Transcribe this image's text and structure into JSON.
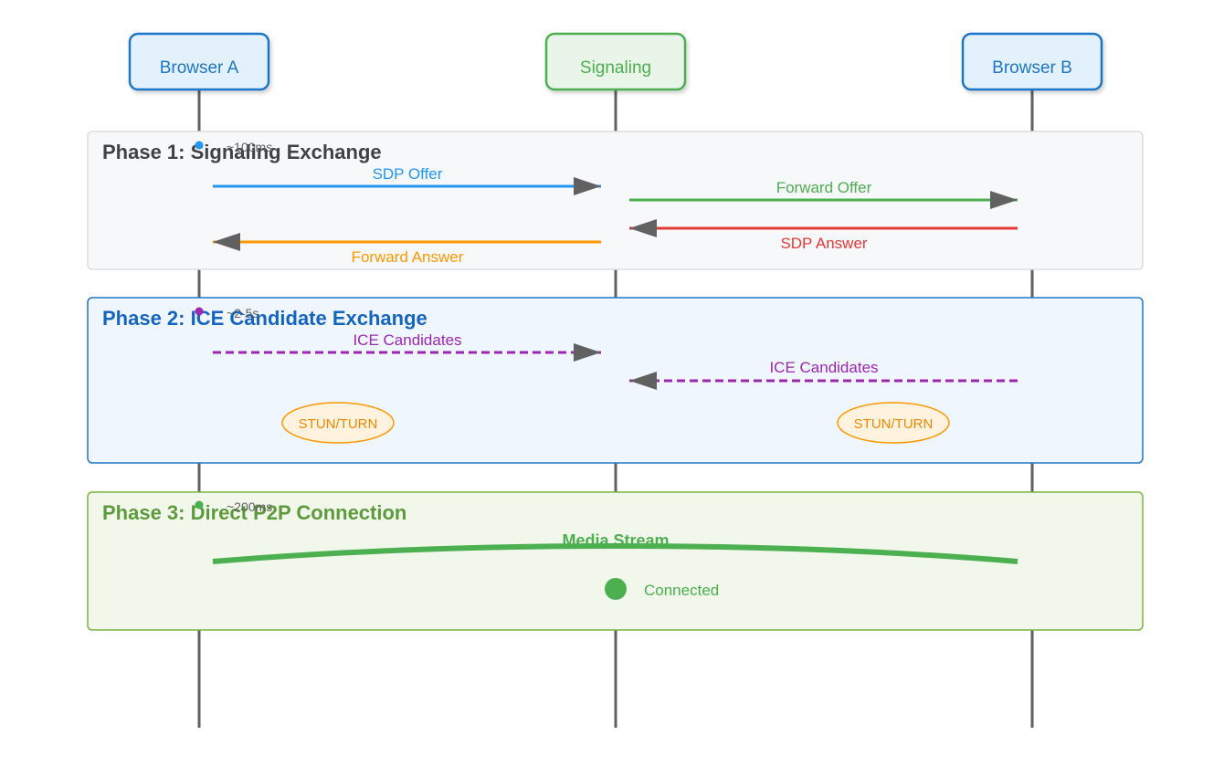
{
  "participants": {
    "a": {
      "label": "Browser A",
      "color": "#1e76c8",
      "fill": "#e3f1fc"
    },
    "s": {
      "label": "Signaling",
      "color": "#4caf50",
      "fill": "#e9f5e9"
    },
    "b": {
      "label": "Browser B",
      "color": "#1e76c8",
      "fill": "#e3f1fc"
    }
  },
  "phase1": {
    "title": "Phase 1: Signaling Exchange",
    "timing": "~100ms",
    "timing_dot_color": "#2196f3",
    "title_color": "#424242",
    "messages": {
      "sdp_offer": {
        "label": "SDP Offer",
        "color": "#2196f3"
      },
      "forward_offer": {
        "label": "Forward Offer",
        "color": "#4caf50"
      },
      "sdp_answer": {
        "label": "SDP Answer",
        "color": "#e53935"
      },
      "forward_answer": {
        "label": "Forward Answer",
        "color": "#ff9800"
      }
    }
  },
  "phase2": {
    "title": "Phase 2: ICE Candidate Exchange",
    "timing": "~2-5s",
    "timing_dot_color": "#9c27b0",
    "title_color": "#1565c0",
    "messages": {
      "ice_a": {
        "label": "ICE Candidates",
        "color": "#9c27b0"
      },
      "ice_b": {
        "label": "ICE Candidates",
        "color": "#9c27b0"
      }
    },
    "stun_a": "STUN/TURN",
    "stun_b": "STUN/TURN"
  },
  "phase3": {
    "title": "Phase 3: Direct P2P Connection",
    "timing": "~200ms",
    "timing_dot_color": "#4caf50",
    "title_color": "#5d9a3c",
    "media_label": "Media Stream",
    "media_color": "#4caf50",
    "status": "Connected"
  }
}
